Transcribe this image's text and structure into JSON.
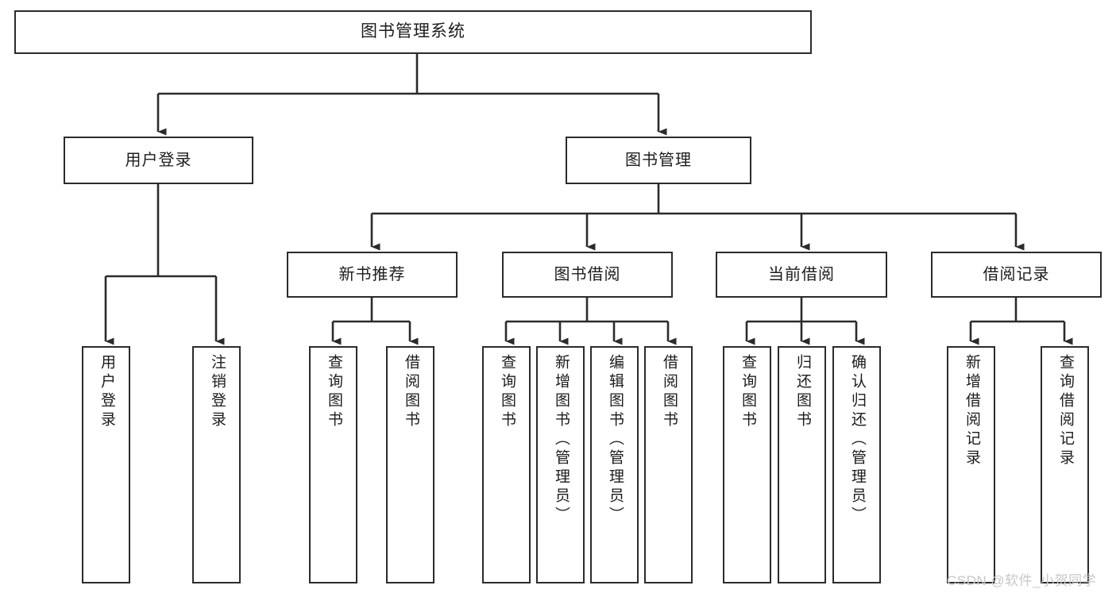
{
  "diagram": {
    "title": "图书管理系统",
    "type": "tree-hierarchy-chart",
    "orientation": "top-down",
    "colors": {
      "box_border": "#2b2b2b",
      "box_fill": "#ffffff",
      "connector": "#2b2b2b",
      "text": "#1c1c1c",
      "watermark": "#c8c8c8",
      "background": "#ffffff"
    },
    "root": {
      "label": "图书管理系统"
    },
    "level1": [
      {
        "label": "用户登录"
      },
      {
        "label": "图书管理"
      }
    ],
    "level2": [
      {
        "label": "新书推荐"
      },
      {
        "label": "图书借阅"
      },
      {
        "label": "当前借阅"
      },
      {
        "label": "借阅记录"
      }
    ],
    "leaves": {
      "user_login": [
        {
          "label": "用户登录"
        },
        {
          "label": "注销登录"
        }
      ],
      "new_book_recommend": [
        {
          "label": "查询图书"
        },
        {
          "label": "借阅图书"
        }
      ],
      "book_borrow": [
        {
          "label": "查询图书"
        },
        {
          "label": "新增图书（管理员）"
        },
        {
          "label": "编辑图书（管理员）"
        },
        {
          "label": "借阅图书"
        }
      ],
      "current_borrow": [
        {
          "label": "查询图书"
        },
        {
          "label": "归还图书"
        },
        {
          "label": "确认归还（管理员）"
        }
      ],
      "borrow_record": [
        {
          "label": "新增借阅记录"
        },
        {
          "label": "查询借阅记录"
        }
      ]
    },
    "watermark": "CSDN @软件_小贺同学"
  }
}
